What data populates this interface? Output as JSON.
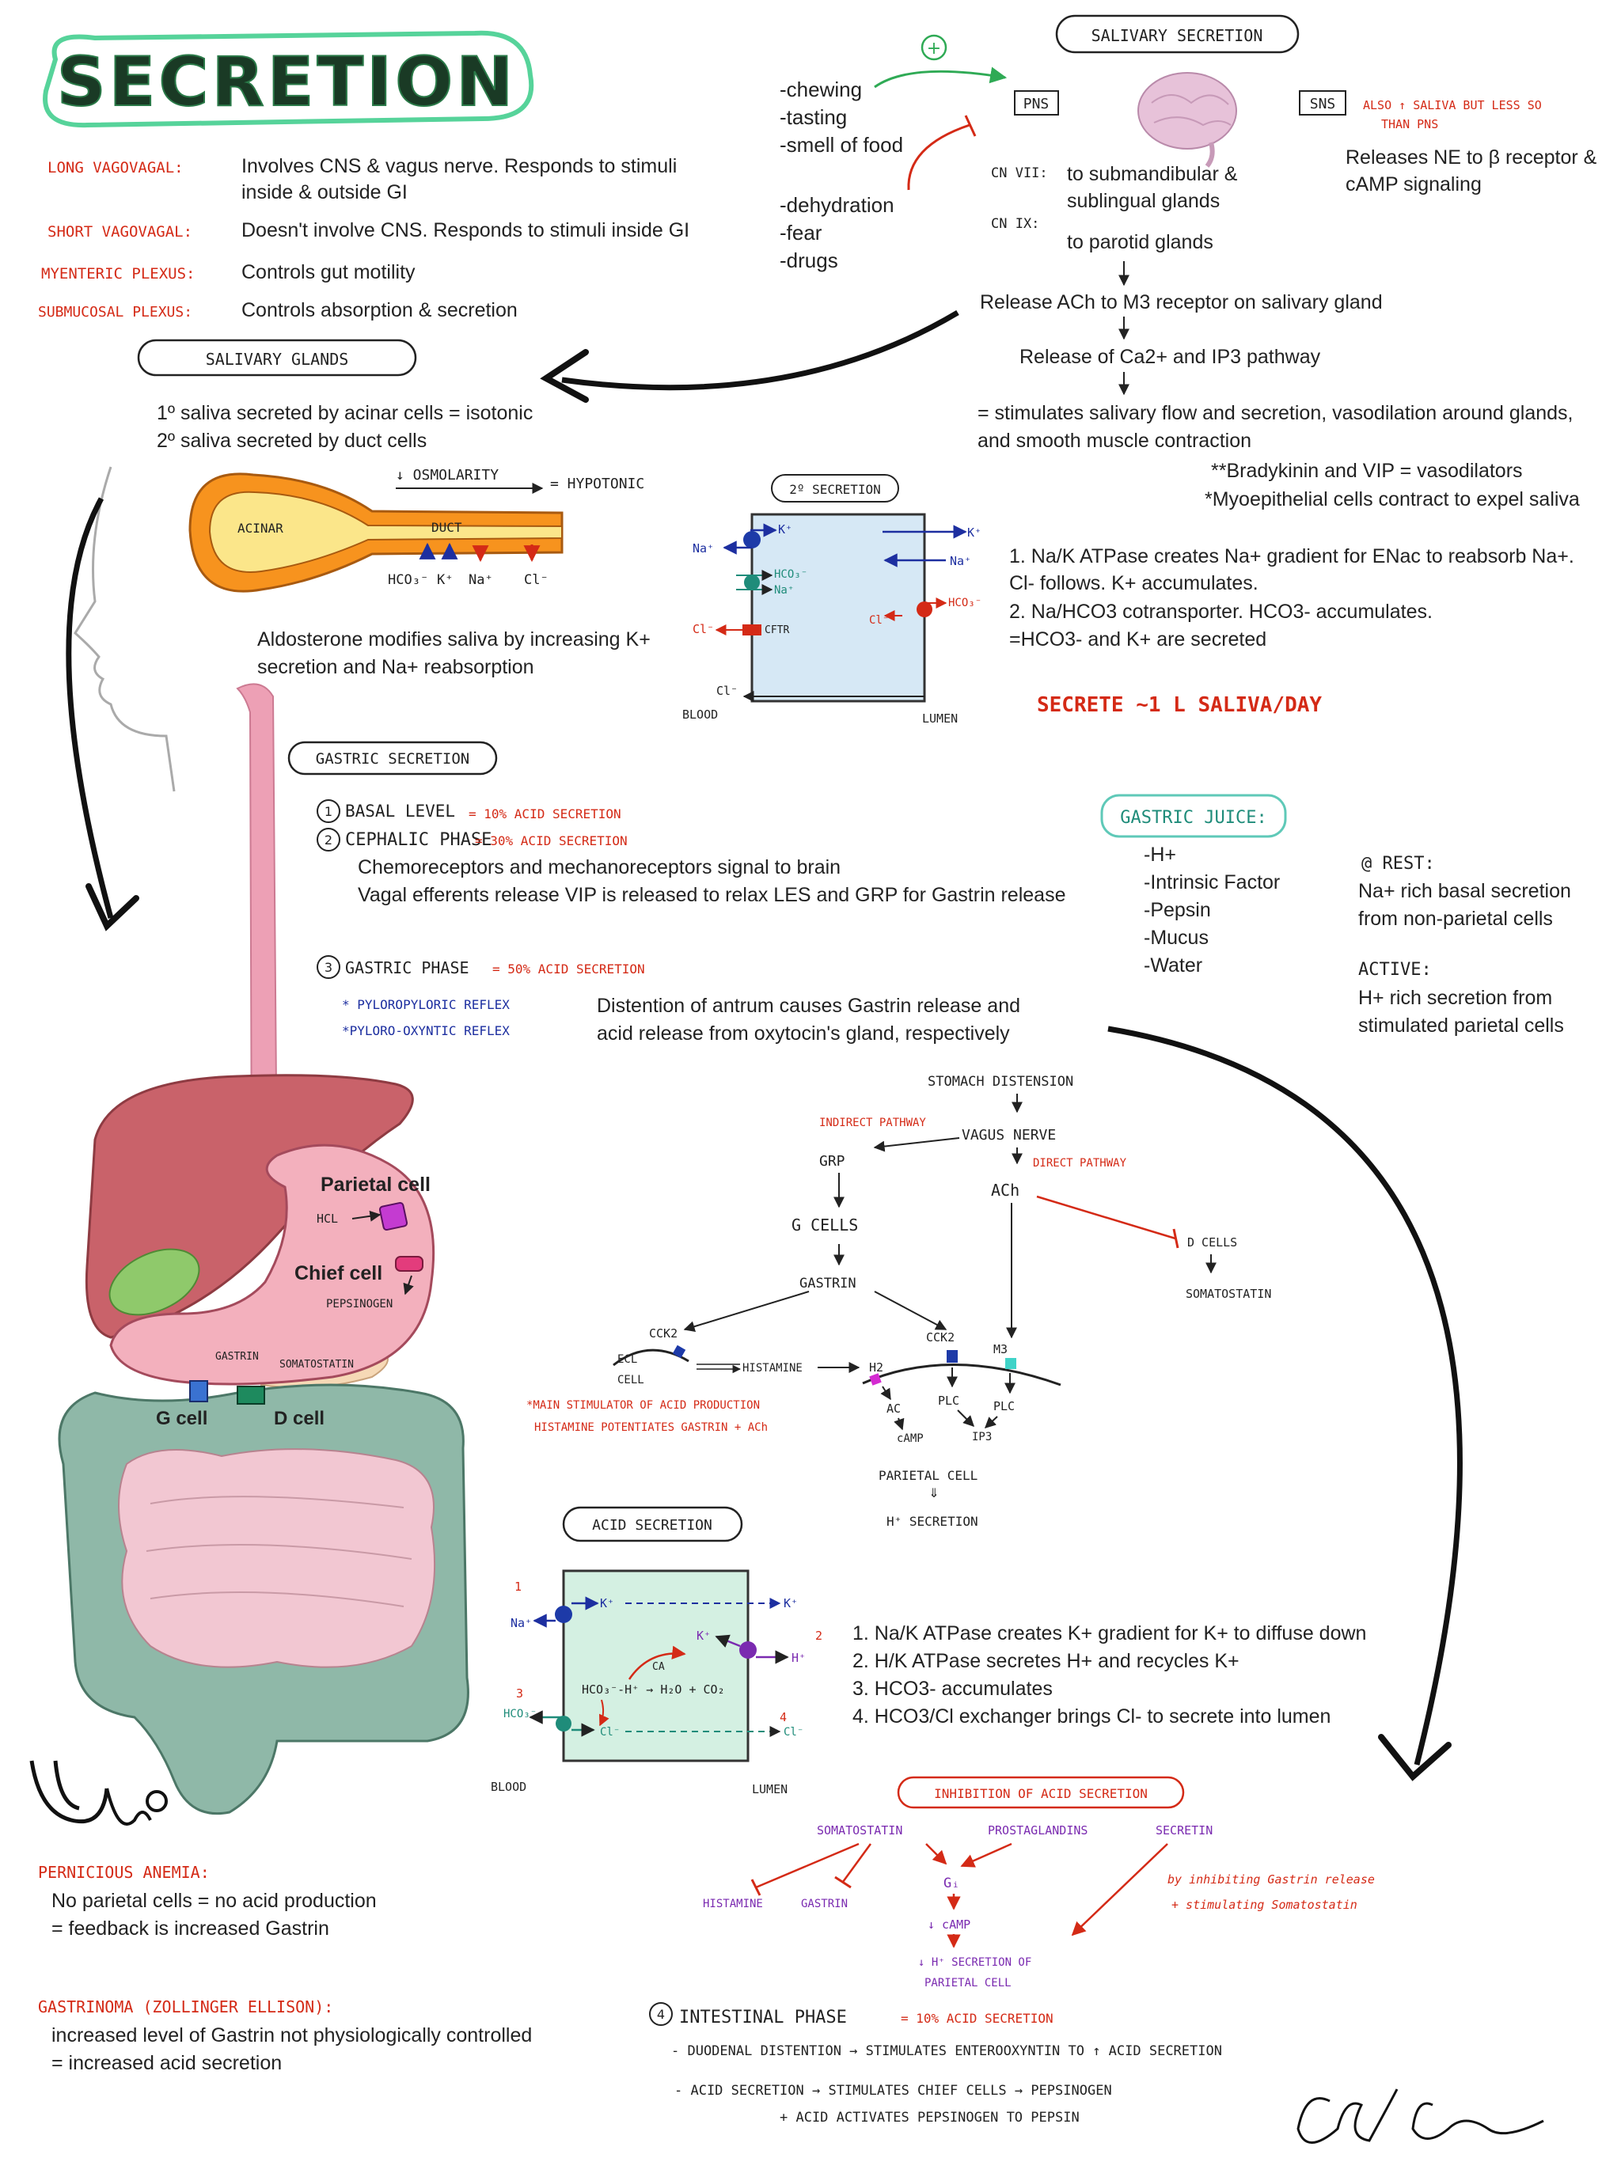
{
  "title": "SECRETION",
  "definitions": [
    {
      "term": "LONG VAGOVAGAL:",
      "lines": [
        "Involves CNS & vagus nerve. Responds to stimuli",
        "inside & outside GI"
      ]
    },
    {
      "term": "SHORT VAGOVAGAL:",
      "lines": [
        "Doesn't involve CNS. Responds to stimuli inside GI"
      ]
    },
    {
      "term": "MYENTERIC PLEXUS:",
      "lines": [
        "Controls gut motility"
      ]
    },
    {
      "term": "SUBMUCOSAL PLEXUS:",
      "lines": [
        "Controls absorption & secretion"
      ]
    }
  ],
  "salivary_secretion": {
    "heading": "SALIVARY SECRETION",
    "stimulators": [
      "-chewing",
      "-tasting",
      "-smell of food"
    ],
    "inhibitors": [
      "-dehydration",
      "-fear",
      "-drugs"
    ],
    "plus_sign": "+",
    "pns": "PNS",
    "sns": "SNS",
    "sns_note": [
      "ALSO ↑ SALIVA BUT LESS SO",
      "THAN PNS"
    ],
    "sns_text": [
      "Releases NE to β receptor &",
      "cAMP signaling"
    ],
    "cn7_label": "CN VII:",
    "cn7_text": [
      "to submandibular &",
      "sublingual glands"
    ],
    "cn9_label": "CN IX:",
    "cn9_text": "to parotid glands",
    "flow": [
      "Release ACh to M3 receptor on salivary gland",
      "Release of Ca2+ and IP3 pathway"
    ],
    "result": [
      "= stimulates salivary flow and secretion, vasodilation around glands,",
      "and smooth muscle contraction"
    ],
    "notes": [
      "**Bradykinin and VIP = vasodilators",
      "*Myoepithelial cells contract to expel saliva"
    ]
  },
  "salivary_glands": {
    "heading": "SALIVARY GLANDS",
    "lines": [
      "1º saliva secreted by acinar cells = isotonic",
      "2º saliva secreted by duct cells"
    ],
    "osmolarity": "↓ OSMOLARITY",
    "hypotonic": "= HYPOTONIC",
    "acinar": "ACINAR",
    "duct": "DUCT",
    "ions": [
      "HCO₃⁻",
      "K⁺",
      "Na⁺",
      "Cl⁻"
    ],
    "aldosterone": [
      "Aldosterone modifies saliva by increasing K+",
      "secretion and Na+ reabsorption"
    ]
  },
  "secondary_secretion": {
    "heading": "2º SECRETION",
    "blood": "BLOOD",
    "lumen": "LUMEN",
    "labels": {
      "k": "K⁺",
      "na": "Na⁺",
      "hco3": "HCO₃⁻",
      "cl": "Cl⁻",
      "cftr": "CFTR"
    },
    "points": [
      "1. Na/K ATPase creates Na+ gradient for ENac to reabsorb Na+.",
      "Cl- follows. K+ accumulates.",
      "2. Na/HCO3 cotransporter. HCO3- accumulates.",
      "=HCO3- and K+ are secreted"
    ],
    "daily": "SECRETE ~1 L SALIVA/DAY"
  },
  "gastric_secretion": {
    "heading": "GASTRIC SECRETION",
    "basal": {
      "num": "1",
      "label": "BASAL LEVEL",
      "pct": "= 10% ACID SECRETION"
    },
    "cephalic": {
      "num": "2",
      "label": "CEPHALIC PHASE",
      "pct": "= 30% ACID SECRETION",
      "lines": [
        "Chemoreceptors and mechanoreceptors signal to brain",
        "Vagal efferents release VIP is released to relax LES  and GRP for Gastrin release"
      ]
    },
    "gastric": {
      "num": "3",
      "label": "GASTRIC PHASE",
      "pct": "= 50% ACID SECRETION",
      "reflexes": [
        "* PYLOROPYLORIC REFLEX",
        "*PYLORO-OXYNTIC REFLEX"
      ],
      "lines": [
        "Distention of antrum causes Gastrin release and",
        "acid release from oxytocin's gland, respectively"
      ]
    }
  },
  "gastric_juice": {
    "heading": "GASTRIC JUICE:",
    "items": [
      "-H+",
      "-Intrinsic Factor",
      "-Pepsin",
      "-Mucus",
      "-Water"
    ],
    "rest_label": "@ REST:",
    "rest_lines": [
      "Na+ rich basal secretion",
      "from non-parietal cells"
    ],
    "active_label": "ACTIVE:",
    "active_lines": [
      "H+ rich secretion from",
      "stimulated parietal cells"
    ]
  },
  "pathway": {
    "distension": "STOMACH DISTENSION",
    "indirect": "INDIRECT PATHWAY",
    "vagus": "VAGUS NERVE",
    "direct": "DIRECT PATHWAY",
    "grp": "GRP",
    "ach": "ACh",
    "g_cells": "G CELLS",
    "gastrin": "GASTRIN",
    "d_cells": "D CELLS",
    "somatostatin": "SOMATOSTATIN",
    "cck2_a": "CCK2",
    "ecl": [
      "ECL",
      "CELL"
    ],
    "histamine": "HISTAMINE",
    "h2": "H2",
    "cck2_b": "CCK2",
    "m3": "M3",
    "ac": "AC",
    "plc1": "PLC",
    "plc2": "PLC",
    "camp": "cAMP",
    "ip3": "IP3",
    "parietal": "PARIETAL CELL",
    "h_secretion": "H⁺ SECRETION",
    "main_note": [
      "*MAIN STIMULATOR OF ACID PRODUCTION",
      "HISTAMINE POTENTIATES GASTRIN + ACh"
    ]
  },
  "stomach_labels": {
    "parietal": "Parietal cell",
    "hcl": "HCL",
    "chief": "Chief cell",
    "pepsinogen": "PEPSINOGEN",
    "gastrin": "GASTRIN",
    "somatostatin": "SOMATOSTATIN",
    "g_cell": "G cell",
    "d_cell": "D cell"
  },
  "acid_secretion": {
    "heading": "ACID SECRETION",
    "blood": "BLOOD",
    "lumen": "LUMEN",
    "markers": [
      "1",
      "2",
      "3",
      "4"
    ],
    "labels": {
      "na": "Na⁺",
      "k": "K⁺",
      "h": "H⁺",
      "ca": "CA",
      "reaction": "HCO₃⁻-H⁺ → H₂O + CO₂",
      "hco3": "HCO₃⁻",
      "cl": "Cl⁻"
    },
    "points": [
      "1. Na/K ATPase creates K+ gradient for K+ to diffuse down",
      "2. H/K ATPase secretes H+ and recycles K+",
      "3. HCO3- accumulates",
      "4. HCO3/Cl exchanger brings Cl- to secrete into lumen"
    ]
  },
  "inhibition": {
    "heading": "INHIBITION OF ACID SECRETION",
    "somatostatin": "SOMATOSTATIN",
    "prostaglandins": "PROSTAGLANDINS",
    "secretin": "SECRETIN",
    "histamine": "HISTAMINE",
    "gastrin": "GASTRIN",
    "gi": "Gᵢ",
    "camp": "↓ cAMP",
    "h_secretion": [
      "↓ H⁺ SECRETION OF",
      "PARIETAL CELL"
    ],
    "secretin_note": [
      "by inhibiting Gastrin release",
      "+ stimulating Somatostatin"
    ]
  },
  "intestinal_phase": {
    "num": "4",
    "label": "INTESTINAL PHASE",
    "pct": "= 10% ACID SECRETION",
    "lines": [
      "- DUODENAL DISTENTION → STIMULATES ENTEROOXYNTIN TO ↑ ACID SECRETION",
      "- ACID SECRETION → STIMULATES CHIEF CELLS → PEPSINOGEN",
      "+ ACID ACTIVATES PEPSINOGEN TO  PEPSIN"
    ]
  },
  "clinical": {
    "pa_title": "PERNICIOUS ANEMIA:",
    "pa_lines": [
      "No parietal cells = no acid production",
      "= feedback is increased Gastrin"
    ],
    "ze_title": "GASTRINOMA (ZOLLINGER ELLISON):",
    "ze_lines": [
      "increased level of Gastrin not physiologically controlled",
      "= increased acid secretion"
    ]
  },
  "colors": {
    "red": "#d42a16",
    "blue": "#1d2fa0",
    "green": "#2faa55",
    "teal": "#1f8c7a",
    "orange": "#f0a020",
    "pink": "#e99aa8",
    "liver": "#c9626a",
    "intestine": "#8fb8a8",
    "cell_blue": "#d6e8f5",
    "cell_green": "#d4f0e2"
  }
}
